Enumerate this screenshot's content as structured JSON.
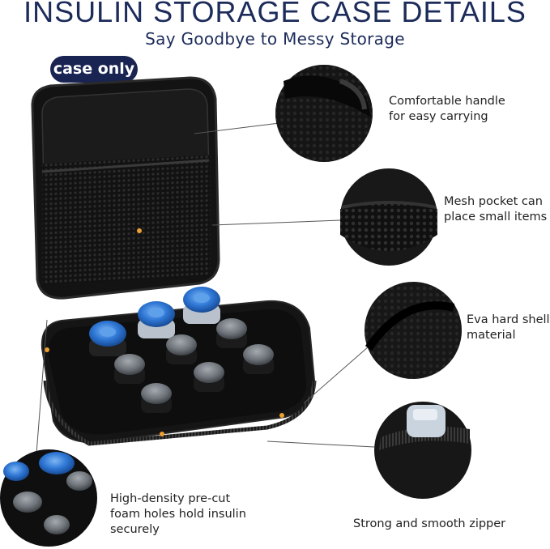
{
  "header": {
    "title": "INSULIN STORAGE CASE DETAILS",
    "subtitle": "Say Goodbye to Messy Storage"
  },
  "badge": {
    "label": "case only",
    "color": "#1a2452"
  },
  "features": [
    {
      "line1": "Comfortable handle",
      "line2": "for easy carrying",
      "icon": "handle-closeup"
    },
    {
      "line1": "Mesh pocket can",
      "line2": "place small items",
      "icon": "mesh-pocket-closeup"
    },
    {
      "line1": "Eva hard shell",
      "line2": "material",
      "icon": "hard-shell-closeup"
    },
    {
      "line1": "Strong and smooth zipper",
      "line2": "",
      "icon": "zipper-closeup"
    },
    {
      "line1": "High-density pre-cut",
      "line2": "foam holes hold insulin",
      "line3": "securely",
      "icon": "foam-holes-closeup"
    }
  ],
  "colors": {
    "title": "#1c2b5a",
    "case_body": "#151515",
    "vial_cap_blue": "#2f78d6",
    "vial_cap_grey": "#6e747a",
    "callout_dot": "#f0a030"
  }
}
